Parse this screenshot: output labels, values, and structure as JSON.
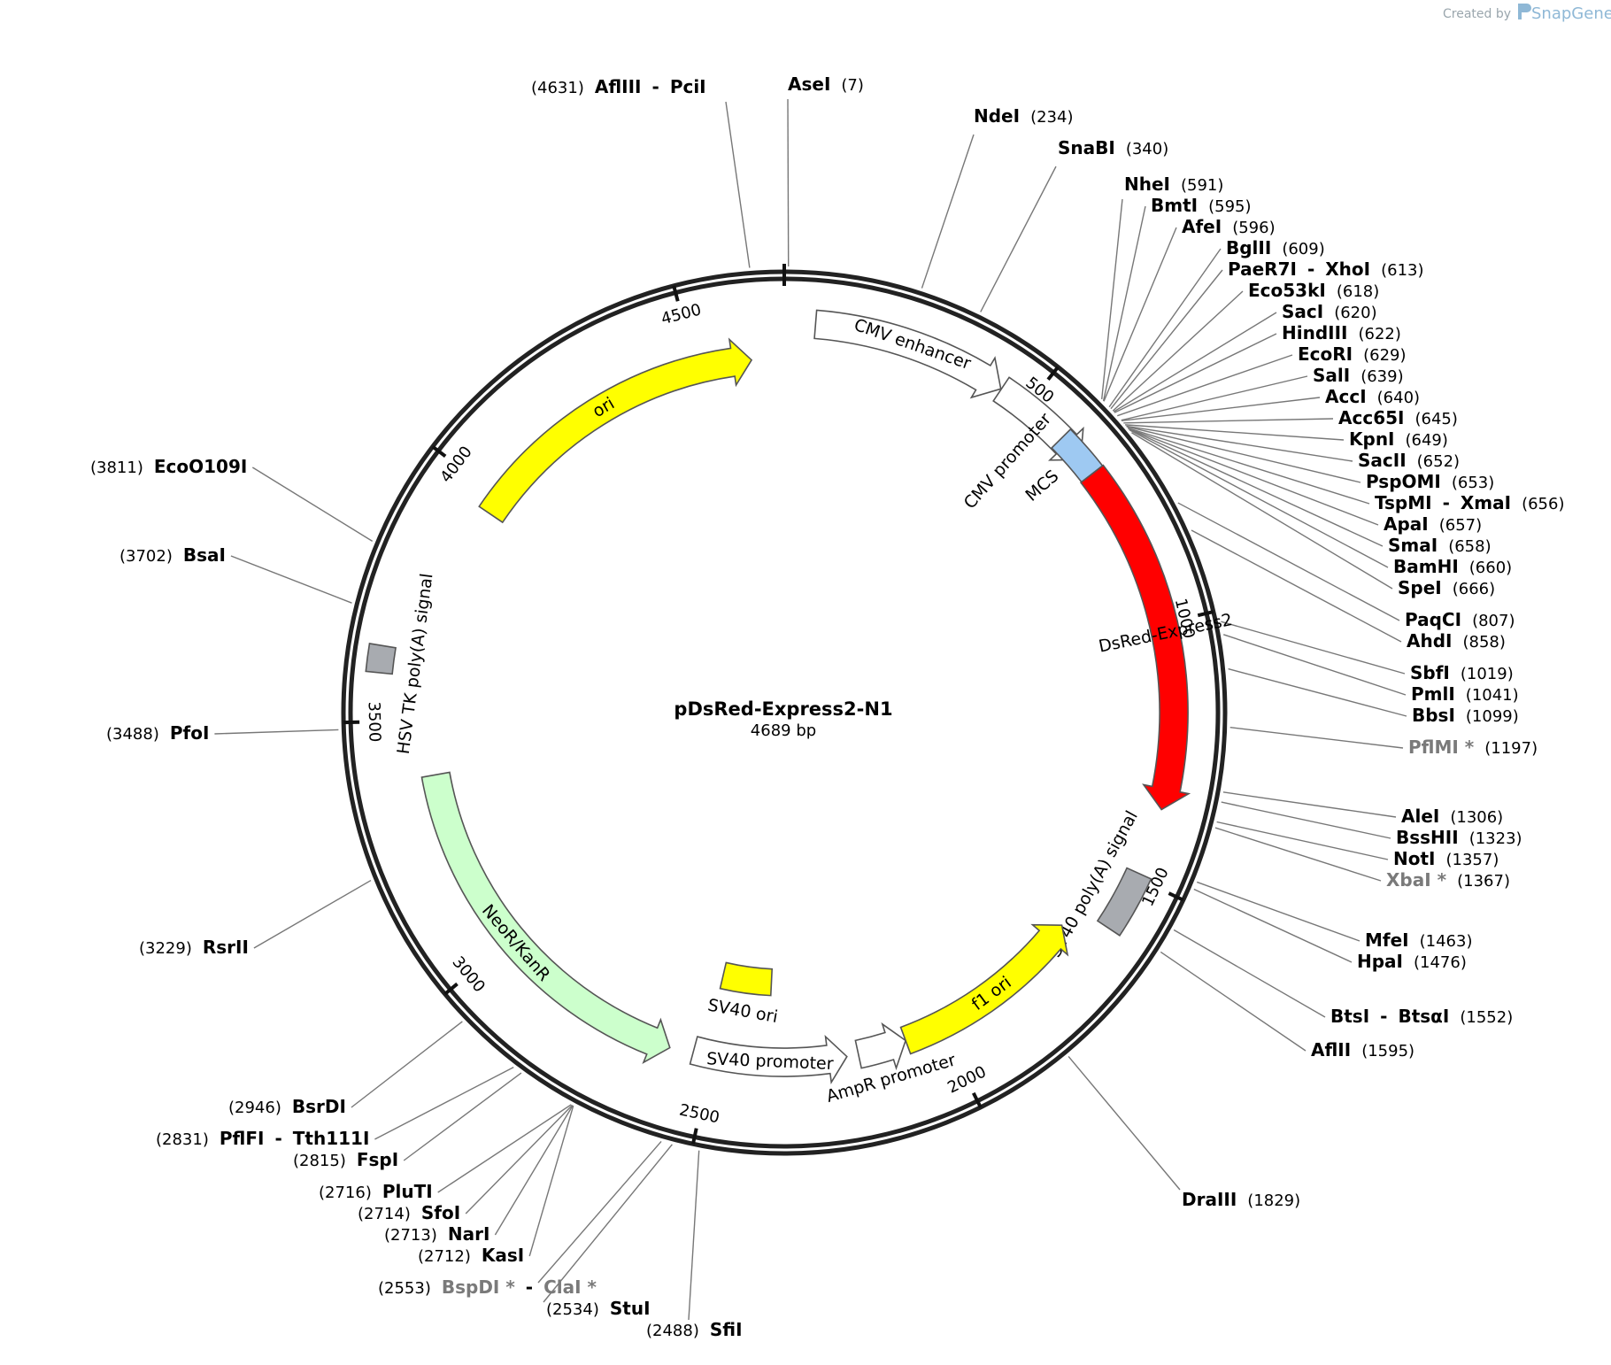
{
  "title": "pDsRed-Express2-N1",
  "length_label": "4689 bp",
  "credit": {
    "prefix": "Created by",
    "brand": "SnapGene",
    "icon": "snapgene-logo-icon"
  },
  "total_bp": 4689,
  "ticks": [
    {
      "pos": 500,
      "label": "500"
    },
    {
      "pos": 1000,
      "label": "1000"
    },
    {
      "pos": 1500,
      "label": "1500"
    },
    {
      "pos": 2000,
      "label": "2000"
    },
    {
      "pos": 2500,
      "label": "2500"
    },
    {
      "pos": 3000,
      "label": "3000"
    },
    {
      "pos": 3500,
      "label": "3500"
    },
    {
      "pos": 4000,
      "label": "4000"
    },
    {
      "pos": 4500,
      "label": "4500"
    }
  ],
  "features": [
    {
      "name": "CMV enhancer",
      "start": 60,
      "end": 440,
      "strand": 1,
      "color": "#ffffff",
      "kind": "arrow"
    },
    {
      "name": "CMV promoter",
      "start": 441,
      "end": 645,
      "strand": 1,
      "color": "#ffffff",
      "kind": "arrow"
    },
    {
      "name": "MCS",
      "start": 590,
      "end": 680,
      "strand": 0,
      "color": "#9ec9f2",
      "kind": "box"
    },
    {
      "name": "DsRed-Express2",
      "start": 680,
      "end": 1360,
      "strand": 1,
      "color": "#ff0000",
      "kind": "arrow"
    },
    {
      "name": "SV40 poly(A) signal",
      "start": 1490,
      "end": 1610,
      "strand": 0,
      "color": "#a8abb0",
      "kind": "box"
    },
    {
      "name": "f1 ori",
      "start": 1660,
      "end": 2080,
      "strand": -1,
      "color": "#ffff00",
      "kind": "arrow"
    },
    {
      "name": "AmpR promoter",
      "start": 2080,
      "end": 2185,
      "strand": -1,
      "color": "#ffffff",
      "kind": "arrow"
    },
    {
      "name": "SV40 promoter",
      "start": 2210,
      "end": 2540,
      "strand": -1,
      "color": "#ffffff",
      "kind": "arrow"
    },
    {
      "name": "SV40 ori",
      "start": 2380,
      "end": 2515,
      "strand": 0,
      "color": "#ffff00",
      "kind": "box"
    },
    {
      "name": "NeoR/KanR",
      "start": 2590,
      "end": 3385,
      "strand": -1,
      "color": "#ccffcc",
      "kind": "arrow"
    },
    {
      "name": "HSV TK poly(A) signal",
      "start": 3590,
      "end": 3640,
      "strand": 0,
      "color": "#a8abb0",
      "kind": "box"
    },
    {
      "name": "ori",
      "start": 3960,
      "end": 4620,
      "strand": 1,
      "color": "#ffff00",
      "kind": "arrow"
    }
  ],
  "sites": [
    {
      "name": "AseI",
      "pos": "(7)",
      "bp": 7
    },
    {
      "name": "AflIII",
      "name2": "PciI",
      "pos": "(4631)",
      "bp": 4631
    },
    {
      "name": "NdeI",
      "pos": "(234)",
      "bp": 234
    },
    {
      "name": "SnaBI",
      "pos": "(340)",
      "bp": 340
    },
    {
      "name": "NheI",
      "pos": "(591)",
      "bp": 591
    },
    {
      "name": "BmtI",
      "pos": "(595)",
      "bp": 595
    },
    {
      "name": "AfeI",
      "pos": "(596)",
      "bp": 596
    },
    {
      "name": "BglII",
      "pos": "(609)",
      "bp": 609
    },
    {
      "name": "PaeR7I",
      "name2": "XhoI",
      "pos": "(613)",
      "bp": 613
    },
    {
      "name": "Eco53kI",
      "pos": "(618)",
      "bp": 618
    },
    {
      "name": "SacI",
      "pos": "(620)",
      "bp": 620
    },
    {
      "name": "HindIII",
      "pos": "(622)",
      "bp": 622
    },
    {
      "name": "EcoRI",
      "pos": "(629)",
      "bp": 629
    },
    {
      "name": "SalI",
      "pos": "(639)",
      "bp": 639
    },
    {
      "name": "AccI",
      "pos": "(640)",
      "bp": 640
    },
    {
      "name": "Acc65I",
      "pos": "(645)",
      "bp": 645
    },
    {
      "name": "KpnI",
      "pos": "(649)",
      "bp": 649
    },
    {
      "name": "SacII",
      "pos": "(652)",
      "bp": 652
    },
    {
      "name": "PspOMI",
      "pos": "(653)",
      "bp": 653
    },
    {
      "name": "TspMI",
      "name2": "XmaI",
      "pos": "(656)",
      "bp": 656
    },
    {
      "name": "ApaI",
      "pos": "(657)",
      "bp": 657
    },
    {
      "name": "SmaI",
      "pos": "(658)",
      "bp": 658
    },
    {
      "name": "BamHI",
      "pos": "(660)",
      "bp": 660
    },
    {
      "name": "SpeI",
      "pos": "(666)",
      "bp": 666
    },
    {
      "name": "PaqCI",
      "pos": "(807)",
      "bp": 807
    },
    {
      "name": "AhdI",
      "pos": "(858)",
      "bp": 858
    },
    {
      "name": "SbfI",
      "pos": "(1019)",
      "bp": 1019
    },
    {
      "name": "PmlI",
      "pos": "(1041)",
      "bp": 1041
    },
    {
      "name": "BbsI",
      "pos": "(1099)",
      "bp": 1099
    },
    {
      "name": "PflMI *",
      "pos": "(1197)",
      "bp": 1197,
      "gray": true
    },
    {
      "name": "AleI",
      "pos": "(1306)",
      "bp": 1306
    },
    {
      "name": "BssHII",
      "pos": "(1323)",
      "bp": 1323
    },
    {
      "name": "NotI",
      "pos": "(1357)",
      "bp": 1357
    },
    {
      "name": "XbaI *",
      "pos": "(1367)",
      "bp": 1367,
      "gray": true
    },
    {
      "name": "MfeI",
      "pos": "(1463)",
      "bp": 1463
    },
    {
      "name": "HpaI",
      "pos": "(1476)",
      "bp": 1476
    },
    {
      "name": "BtsI",
      "name2": "BtsαI",
      "pos": "(1552)",
      "bp": 1552
    },
    {
      "name": "AflII",
      "pos": "(1595)",
      "bp": 1595
    },
    {
      "name": "DraIII",
      "pos": "(1829)",
      "bp": 1829
    },
    {
      "name": "SfiI",
      "pos": "(2488)",
      "bp": 2488
    },
    {
      "name": "StuI",
      "pos": "(2534)",
      "bp": 2534
    },
    {
      "name": "BspDI *",
      "name2": "ClaI *",
      "pos": "(2553)",
      "bp": 2553,
      "gray": true
    },
    {
      "name": "KasI",
      "pos": "(2712)",
      "bp": 2712
    },
    {
      "name": "NarI",
      "pos": "(2713)",
      "bp": 2713
    },
    {
      "name": "SfoI",
      "pos": "(2714)",
      "bp": 2714
    },
    {
      "name": "PluTI",
      "pos": "(2716)",
      "bp": 2716
    },
    {
      "name": "FspI",
      "pos": "(2815)",
      "bp": 2815
    },
    {
      "name": "PflFI",
      "name2": "Tth111I",
      "pos": "(2831)",
      "bp": 2831
    },
    {
      "name": "BsrDI",
      "pos": "(2946)",
      "bp": 2946
    },
    {
      "name": "RsrII",
      "pos": "(3229)",
      "bp": 3229
    },
    {
      "name": "PfoI",
      "pos": "(3488)",
      "bp": 3488
    },
    {
      "name": "BsaI",
      "pos": "(3702)",
      "bp": 3702
    },
    {
      "name": "EcoO109I",
      "pos": "(3811)",
      "bp": 3811
    }
  ]
}
